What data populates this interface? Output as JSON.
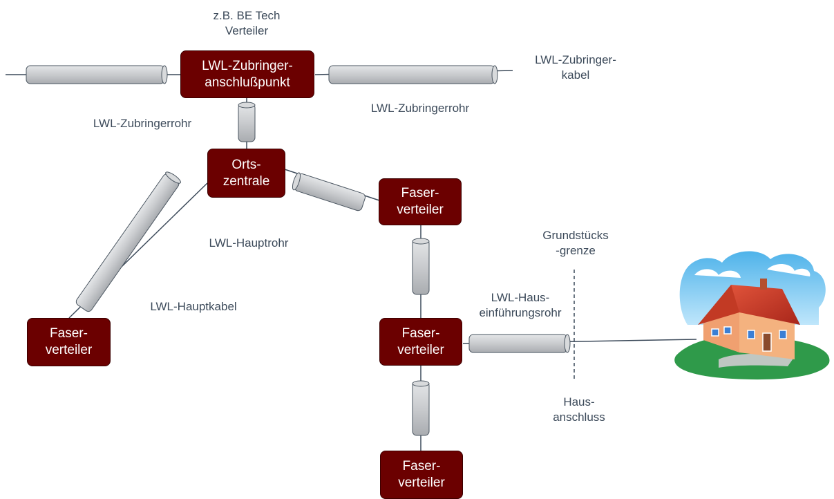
{
  "nodes": {
    "anschlusspunkt": [
      "LWL-Zubringer-",
      "anschlußpunkt"
    ],
    "ortszentrale": [
      "Orts-",
      "zentrale"
    ],
    "faserverteiler_mid": [
      "Faser-",
      "verteiler"
    ],
    "faserverteiler_left": [
      "Faser-",
      "verteiler"
    ],
    "faserverteiler_center": [
      "Faser-",
      "verteiler"
    ],
    "faserverteiler_bottom": [
      "Faser-",
      "verteiler"
    ]
  },
  "labels": {
    "be_tech": [
      "z.B. BE Tech",
      "Verteiler"
    ],
    "zubringerkabel": [
      "LWL-Zubringer-",
      "kabel"
    ],
    "zubringerrohr_right": "LWL-Zubringerrohr",
    "zubringerrohr_left": "LWL-Zubringerrohr",
    "hauptrohr": "LWL-Hauptrohr",
    "hauptkabel": "LWL-Hauptkabel",
    "grundstuecksgrenze": [
      "Grundstücks",
      "-grenze"
    ],
    "hauseinfuehrungsrohr": [
      "LWL-Haus-",
      "einführungsrohr"
    ],
    "hausanschluss": [
      "Haus-",
      "anschluss"
    ]
  },
  "colors": {
    "node_fill": "#6b0000",
    "pipe_fill": "#c8cacd",
    "line": "#3c4a5a",
    "label": "#3c4a5a"
  },
  "icons": {
    "house": "house-illustration"
  }
}
